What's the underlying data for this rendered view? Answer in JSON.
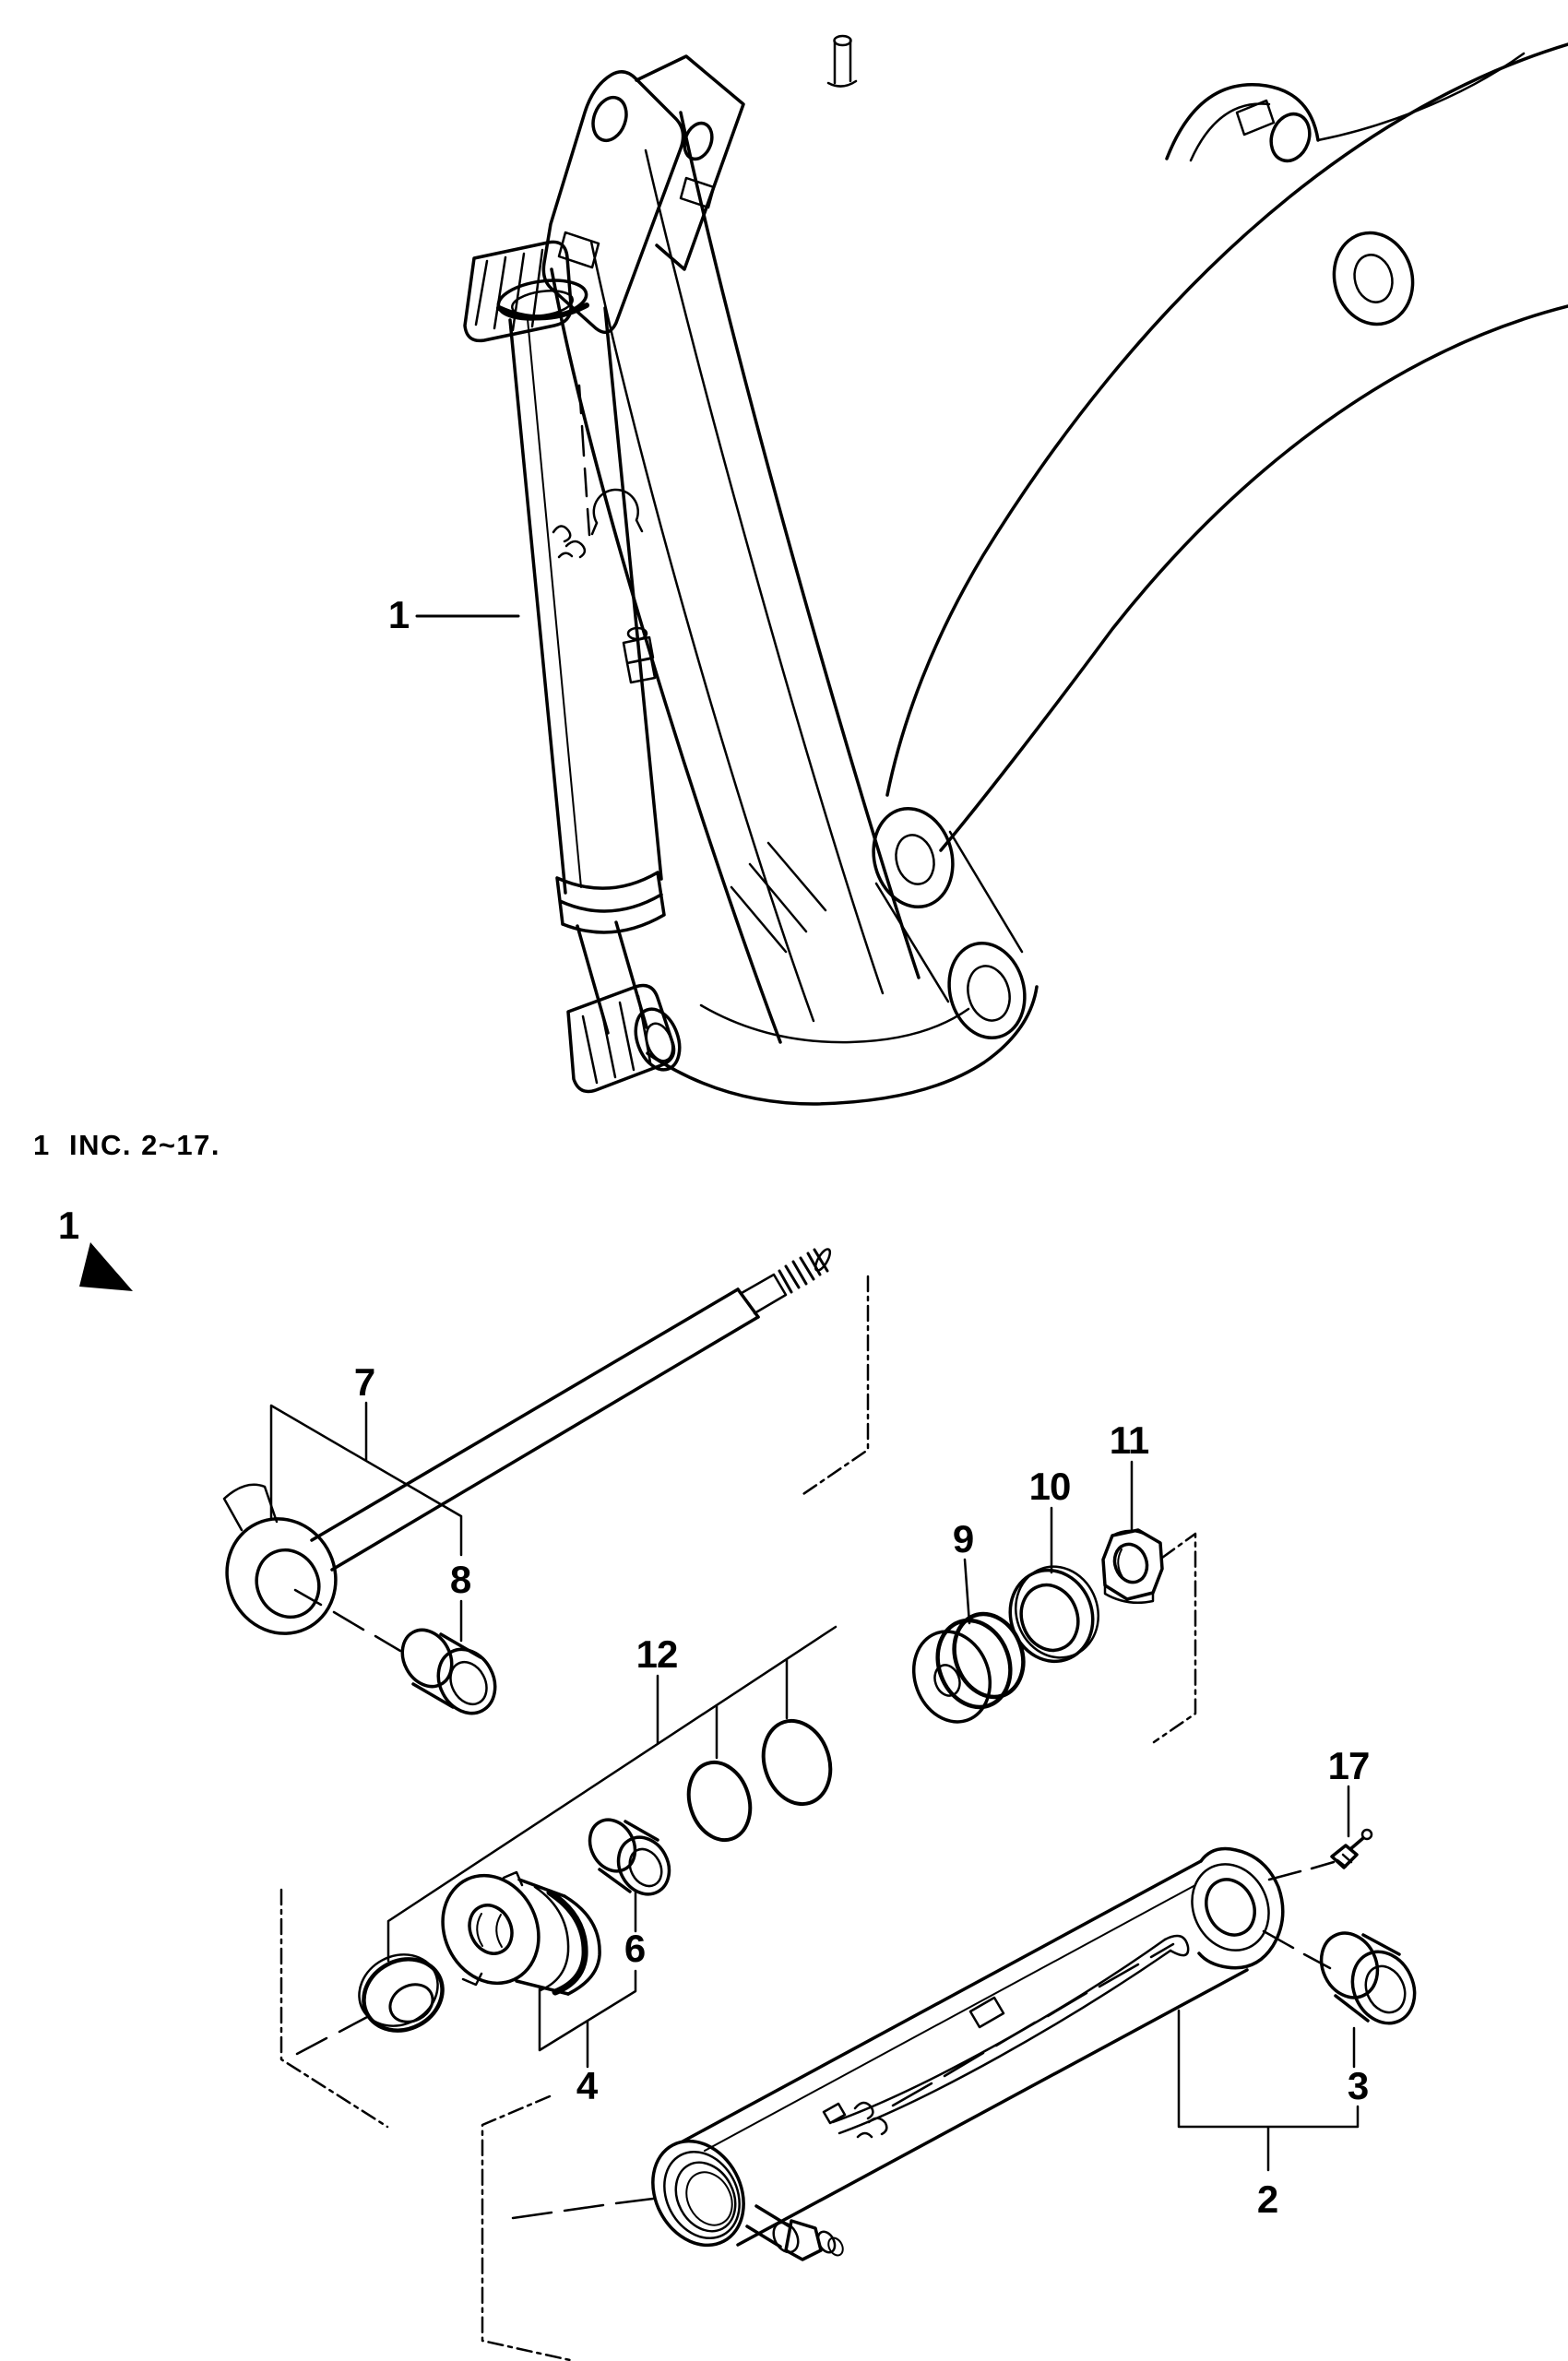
{
  "colors": {
    "ink": "#000000",
    "paper": "#ffffff"
  },
  "note_line": "1  INC. 2~17.",
  "assembly_view": {
    "callout_cylinder": "1"
  },
  "exploded_view": {
    "section_marker": "1",
    "callouts": {
      "c2": "2",
      "c3": "3",
      "c4": "4",
      "c6": "6",
      "c7": "7",
      "c8": "8",
      "c9": "9",
      "c10": "10",
      "c11": "11",
      "c12": "12",
      "c17": "17"
    }
  }
}
